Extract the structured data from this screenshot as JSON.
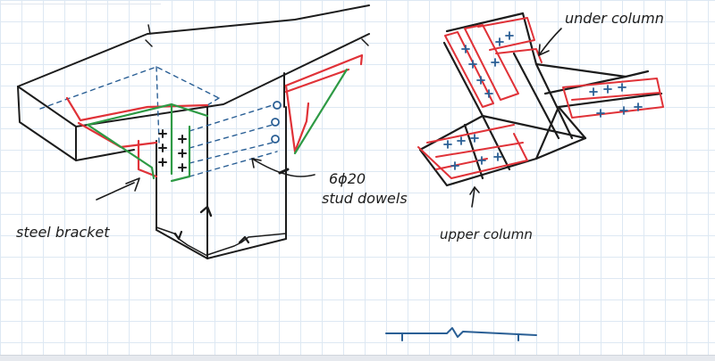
{
  "colors": {
    "ink": "#1c1c1c",
    "red": "#e03238",
    "green": "#2e9a45",
    "blue": "#2a5f95",
    "grid": "#dde8f3"
  },
  "labels": {
    "steel_bracket": "steel bracket",
    "dowel_size": "6ϕ20",
    "stud_dowels": "stud dowels",
    "under_column": "under column",
    "upper_column": "upper column"
  }
}
